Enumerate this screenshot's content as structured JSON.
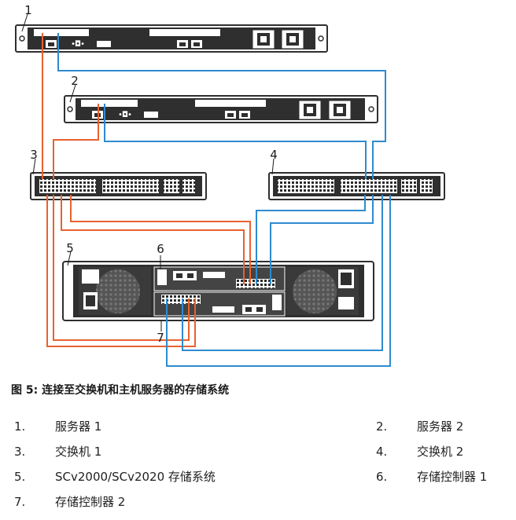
{
  "callouts": [
    "1",
    "2",
    "3",
    "4",
    "5",
    "6",
    "7"
  ],
  "caption": "图 5: 连接至交换机和主机服务器的存储系统",
  "legend": [
    {
      "num": "1.",
      "label": "服务器 1"
    },
    {
      "num": "2.",
      "label": "服务器 2"
    },
    {
      "num": "3.",
      "label": "交换机 1"
    },
    {
      "num": "4.",
      "label": "交换机 2"
    },
    {
      "num": "5.",
      "label": "SCv2000/SCv2020 存储系统"
    },
    {
      "num": "6.",
      "label": "存储控制器 1"
    },
    {
      "num": "7.",
      "label": "存储控制器 2"
    }
  ],
  "colors": {
    "network_a": "#e8622e",
    "network_b": "#2e8bd0",
    "chassis": "#2f2f2f"
  }
}
